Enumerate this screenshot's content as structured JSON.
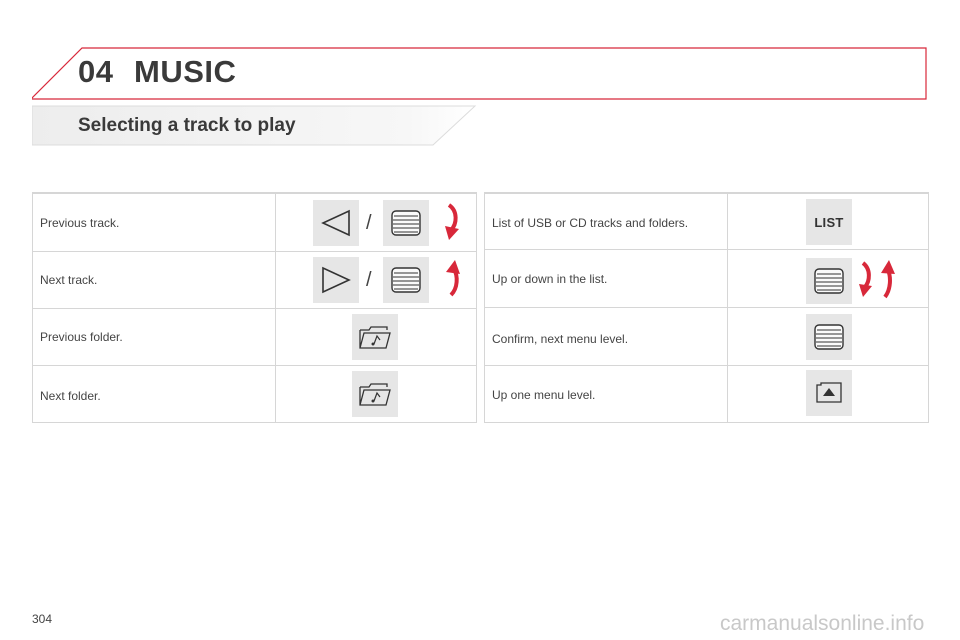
{
  "chapter": {
    "number": "04",
    "title": "MUSIC"
  },
  "section": {
    "title": "Selecting a track to play"
  },
  "left_table": {
    "rows": [
      {
        "label": "Previous track.",
        "separator": "/"
      },
      {
        "label": "Next track.",
        "separator": "/"
      },
      {
        "label": "Previous folder."
      },
      {
        "label": "Next folder."
      }
    ]
  },
  "right_table": {
    "rows": [
      {
        "label": "List of USB or CD tracks and folders.",
        "key_label": "LIST"
      },
      {
        "label": "Up or down in the list."
      },
      {
        "label": "Confirm, next menu level."
      },
      {
        "label": "Up one menu level."
      }
    ]
  },
  "footer": {
    "page_number": "304",
    "watermark": "carmanualsonline.info"
  },
  "colors": {
    "accent": "#d8283a",
    "text": "#3a3a3a",
    "key_bg": "#e6e6e6",
    "border": "#d6d6d6"
  }
}
